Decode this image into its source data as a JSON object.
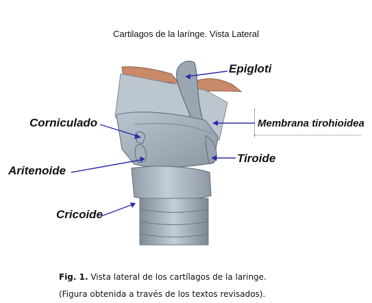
{
  "title": "Cartilagos de la larínge. Vista Lateral",
  "labels": {
    "epigloti": "Epigloti",
    "corniculado": "Corniculado",
    "membrana": "Membrana tirohioidea",
    "aritenoide": "Aritenoide",
    "tiroide": "Tiroide",
    "cricoide": "Cricoide"
  },
  "caption": {
    "fig_label": "Fig. 1.",
    "line1": " Vista lateral de los cartílagos de la laringe.",
    "line2": "(Figura obtenida a través de los textos revisados)."
  },
  "colors": {
    "arrow": "#2a2aa8",
    "cartilage": "#a9b6c2",
    "bone": "#c98a6a"
  }
}
